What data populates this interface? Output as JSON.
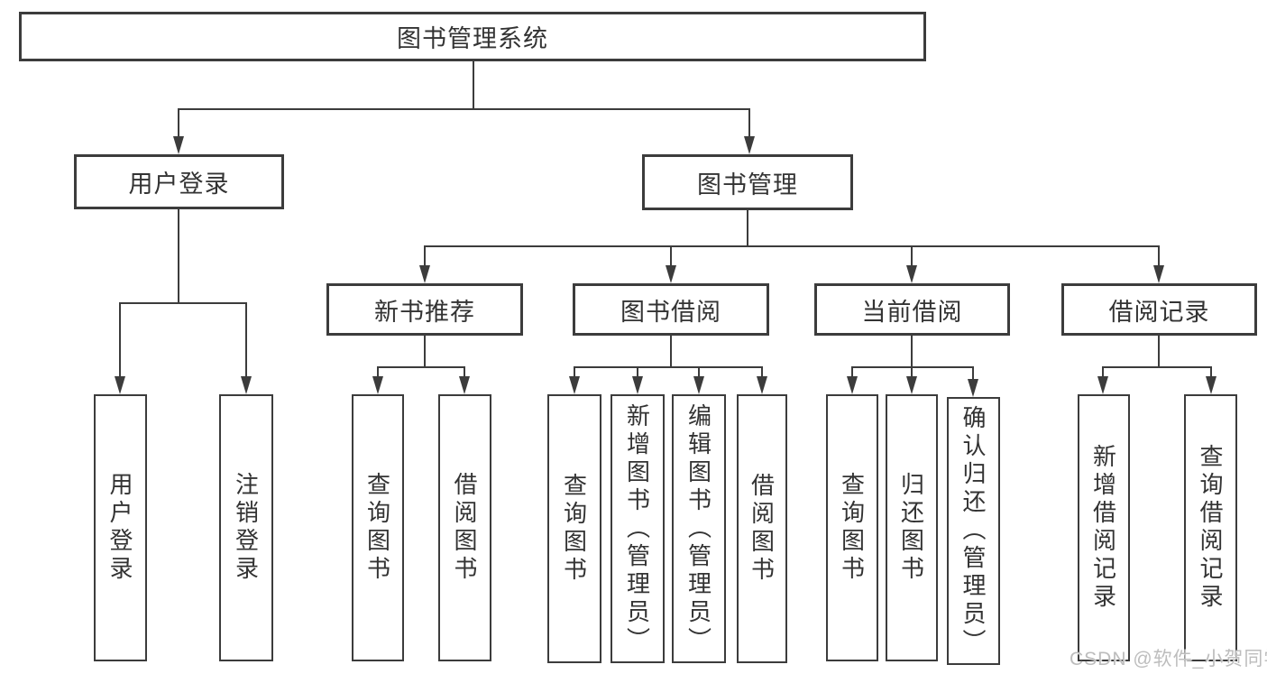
{
  "colors": {
    "line": "#3c3c3c",
    "text": "#333333",
    "watermark": "#bdbdbd",
    "bg": "#ffffff"
  },
  "watermark": {
    "text": "CSDN @软件_小贺同学"
  },
  "tree": {
    "root": "图书管理系统",
    "branches": [
      {
        "label": "用户登录",
        "children": [
          "用户登录",
          "注销登录"
        ]
      },
      {
        "label": "图书管理",
        "children": [
          {
            "label": "新书推荐",
            "children": [
              "查询图书",
              "借阅图书"
            ]
          },
          {
            "label": "图书借阅",
            "children": [
              "查询图书",
              "新增图书（管理员）",
              "编辑图书（管理员）",
              "借阅图书"
            ]
          },
          {
            "label": "当前借阅",
            "children": [
              "查询图书",
              "归还图书",
              "确认归还（管理员）"
            ]
          },
          {
            "label": "借阅记录",
            "children": [
              "新增借阅记录",
              "查询借阅记录"
            ]
          }
        ]
      }
    ]
  }
}
